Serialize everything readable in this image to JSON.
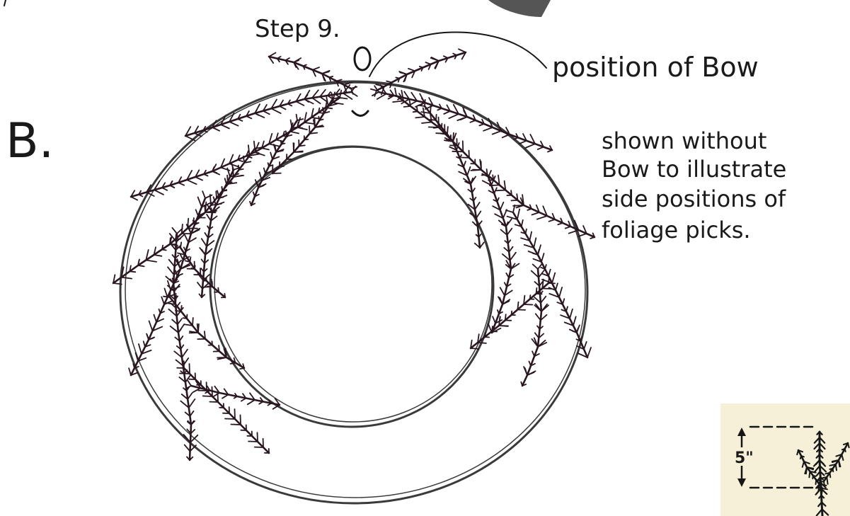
{
  "figure": {
    "panel_letter": "B.",
    "step_label": "Step 9.",
    "bow_callout": "position of Bow",
    "note_lines": [
      "shown without",
      "Bow to illustrate",
      "side positions of",
      "foliage picks."
    ],
    "inset_measure": "5\""
  },
  "colors": {
    "ink": "#161616",
    "foliage": "#2a1620",
    "inset_background": "#f6f0d8"
  }
}
